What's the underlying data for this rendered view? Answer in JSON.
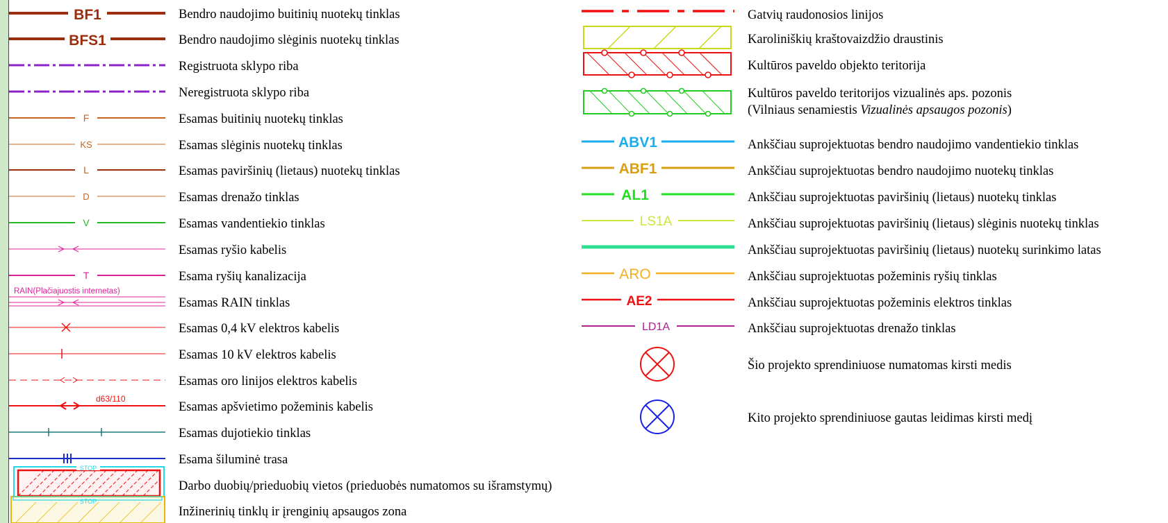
{
  "left_column": [
    {
      "symbol": "BF1",
      "label": "Bendro naudojimo buitinių nuotekų tinklas"
    },
    {
      "symbol": "BFS1",
      "label": "Bendro naudojimo slėginis nuotekų tinklas"
    },
    {
      "symbol": "",
      "label": "Registruota sklypo riba"
    },
    {
      "symbol": "",
      "label": "Neregistruota sklypo riba"
    },
    {
      "symbol": "F",
      "label": "Esamas buitinių nuotekų tinklas"
    },
    {
      "symbol": "KS",
      "label": "Esamas slėginis nuotekų tinklas"
    },
    {
      "symbol": "L",
      "label": "Esamas paviršinių (lietaus) nuotekų tinklas"
    },
    {
      "symbol": "D",
      "label": "Esamas drenažo tinklas"
    },
    {
      "symbol": "V",
      "label": "Esamas vandentiekio tinklas"
    },
    {
      "symbol": "",
      "label": "Esamas ryšio kabelis"
    },
    {
      "symbol": "T",
      "label": "Esama ryšių kanalizacija"
    },
    {
      "symbol": "RAIN(Plačiajuostis internetas)",
      "label": "Esamas RAIN tinklas"
    },
    {
      "symbol": "",
      "label": "Esamas 0,4 kV elektros kabelis"
    },
    {
      "symbol": "",
      "label": "Esamas 10 kV elektros kabelis"
    },
    {
      "symbol": "",
      "label": "Esamas oro linijos elektros kabelis"
    },
    {
      "symbol": "d63/110",
      "label": "Esamas apšvietimo požeminis kabelis"
    },
    {
      "symbol": "",
      "label": "Esamas dujotiekio tinklas"
    },
    {
      "symbol": "",
      "label": "Esama šiluminė trasa"
    },
    {
      "symbol": "STOP",
      "label": "Darbo duobių/prieduobių vietos (prieduobės numatomos su išramstymų)"
    },
    {
      "symbol": "STOP",
      "label": "Inžinerinių tinklų ir įrenginių apsaugos zona"
    }
  ],
  "right_column": [
    {
      "symbol": "",
      "label": "Gatvių raudonosios linijos"
    },
    {
      "symbol": "",
      "label": "Karoliniškių kraštovaizdžio draustinis"
    },
    {
      "symbol": "",
      "label": "Kultūros paveldo objekto teritorija"
    },
    {
      "symbol": "",
      "label": "Kultūros paveldo teritorijos vizualinės aps. pozonis",
      "label2_prefix": "(Vilniaus senamiestis ",
      "label2_italic": "Vizualinės apsaugos pozonis",
      "label2_suffix": ")"
    },
    {
      "symbol": "ABV1",
      "label": "Ankščiau suprojektuotas bendro naudojimo vandentiekio tinklas"
    },
    {
      "symbol": "ABF1",
      "label": "Ankščiau suprojektuotas bendro naudojimo nuotekų tinklas"
    },
    {
      "symbol": "AL1",
      "label": "Ankščiau suprojektuotas paviršinių (lietaus) nuotekų tinklas"
    },
    {
      "symbol": "LS1A",
      "label": "Ankščiau suprojektuotas paviršinių (lietaus) slėginis nuotekų tinklas"
    },
    {
      "symbol": "",
      "label": "Ankščiau suprojektuotas paviršinių (lietaus) nuotekų surinkimo latas"
    },
    {
      "symbol": "ARO",
      "label": "Ankščiau suprojektuotas požeminis ryšių tinklas"
    },
    {
      "symbol": "AE2",
      "label": "Ankščiau suprojektuotas požeminis elektros tinklas"
    },
    {
      "symbol": "LD1A",
      "label": "Ankščiau suprojektuotas drenažo tinklas"
    },
    {
      "symbol": "",
      "label": "Šio projekto sprendiniuose numatomas kirsti medis"
    },
    {
      "symbol": "",
      "label": "Kito projekto sprendiniuose gautas leidimas kirsti medį"
    }
  ],
  "colors": {
    "sewer_brown": "#9b2d0c",
    "plot_purple": "#8a22c8",
    "existing_orange": "#c8641e",
    "water_green": "#22bb22",
    "telecom_pink": "#e0209a",
    "electric_red": "#ee1111",
    "gas_teal": "#1a7a7a",
    "heat_blue": "#1a2ec8",
    "stop_cyan": "#22d8e8",
    "zone_yellow": "#e6b800",
    "abv_blue": "#1aaef0",
    "abf_gold": "#d8a010",
    "ls_yellowgreen": "#c8e83a",
    "channel_green": "#30e090",
    "aro_orange": "#f0b020",
    "ld_purple": "#b02090",
    "tree_blue": "#1a22e8"
  }
}
